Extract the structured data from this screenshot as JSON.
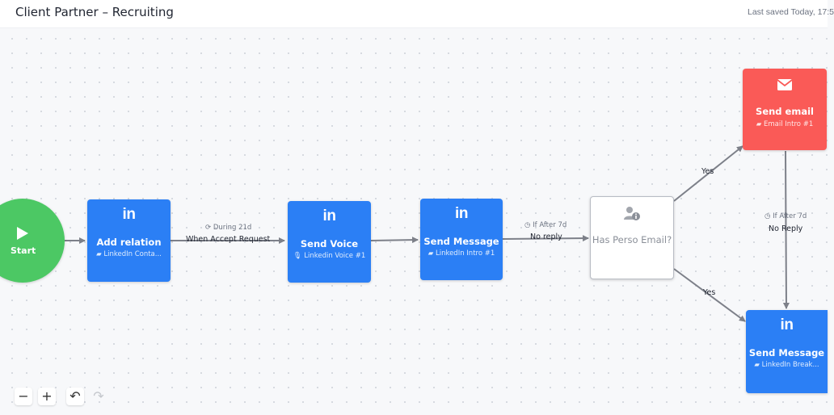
{
  "header": {
    "title": "Client Partner – Recruiting",
    "saved_status": "Last saved Today, 17:5"
  },
  "colors": {
    "linkedin_blue": "#2b7ff5",
    "email_red": "#fa5a57",
    "start_green": "#4cc864",
    "edge_gray": "#7d8089"
  },
  "start": {
    "label": "Start",
    "icon": "play-icon"
  },
  "nodes": {
    "add_relation": {
      "icon": "in",
      "name": "Add relation",
      "sub": "LinkedIn Conta...",
      "sub_icon": "message-icon"
    },
    "send_voice": {
      "icon": "in",
      "name": "Send Voice",
      "sub": "Linkedin Voice #1",
      "sub_icon": "microphone-icon"
    },
    "send_message_1": {
      "icon": "in",
      "name": "Send Message",
      "sub": "LinkedIn Intro #1",
      "sub_icon": "message-icon"
    },
    "has_email": {
      "icon": "user-info-icon",
      "name": "Has Perso Email?"
    },
    "send_email": {
      "icon": "envelope-icon",
      "name": "Send email",
      "sub": "Email Intro #1",
      "sub_icon": "message-icon"
    },
    "send_message_2": {
      "icon": "in",
      "name": "Send Message",
      "sub": "LinkedIn Break...",
      "sub_icon": "message-icon"
    }
  },
  "edges": {
    "relation_to_voice": {
      "condition": "During 21d",
      "label": "When Accept Request",
      "icon": "refresh-icon"
    },
    "message_to_check": {
      "condition": "If After 7d",
      "label": "No reply",
      "icon": "clock-icon"
    },
    "check_to_email": {
      "label": "Yes"
    },
    "check_to_message": {
      "label": "Yes"
    },
    "email_to_message": {
      "condition": "If After 7d",
      "label": "No Reply",
      "icon": "clock-icon"
    }
  },
  "controls": {
    "zoom_out": "−",
    "zoom_in": "+",
    "undo": "↶",
    "redo": "↷"
  }
}
